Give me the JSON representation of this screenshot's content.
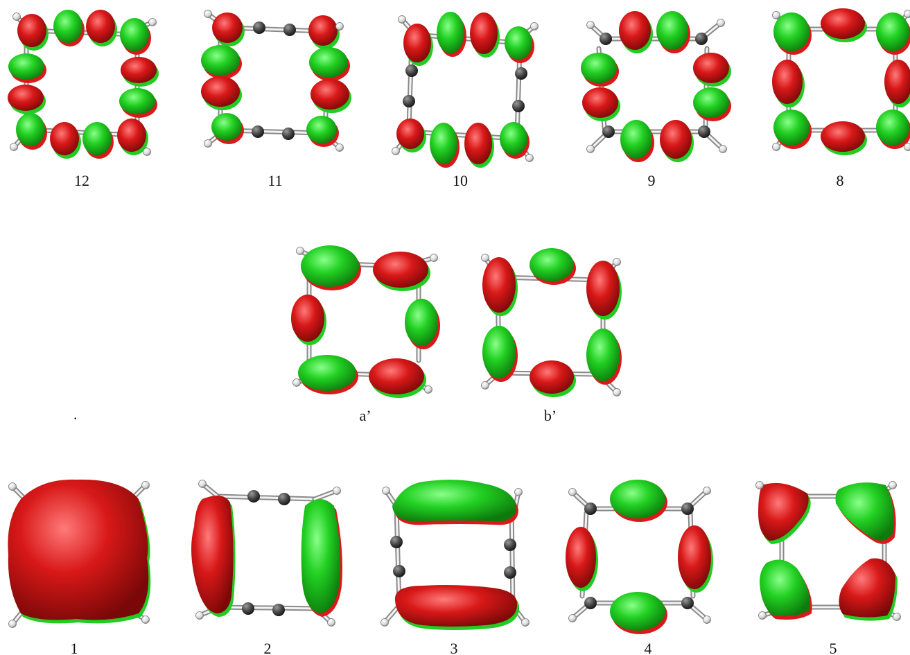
{
  "colors": {
    "lobe_positive": "#22cc22",
    "lobe_negative": "#d91a1a",
    "lobe_positive_shadow": "#128a12",
    "lobe_negative_shadow": "#8f0f0f",
    "carbon": "#444444",
    "hydrogen": "#dddddd",
    "bond": "#c8c8c8"
  },
  "top_row": {
    "labels": [
      "12",
      "11",
      "10",
      "9",
      "8"
    ]
  },
  "middle_row": {
    "labels": [
      "a’",
      "b’"
    ],
    "stray_mark": "."
  },
  "bottom_row": {
    "labels": [
      "1",
      "2",
      "3",
      "4",
      "5"
    ]
  }
}
